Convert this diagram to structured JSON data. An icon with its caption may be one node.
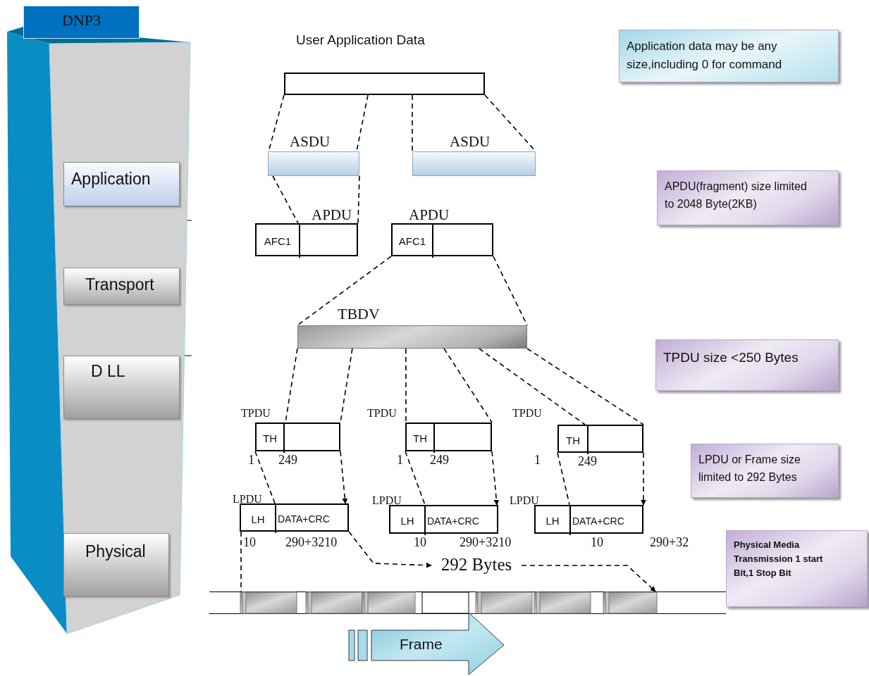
{
  "diagram": {
    "nodes": [
      {
        "text": [
          "DNP3"
        ]
      },
      {
        "text": [
          "Application"
        ],
        "in": 0
      },
      {
        "text": [
          "Transport"
        ],
        "in": 0
      },
      {
        "text": [
          "D LL"
        ],
        "in": 0
      },
      {
        "text": [
          "Physical"
        ],
        "in": 0
      },
      {
        "text": [
          "User Application Data"
        ]
      },
      {
        "text": [
          "ASDU"
        ]
      },
      {
        "text": [
          "ASDU"
        ]
      },
      {
        "text": [
          "APDU"
        ]
      },
      {
        "text": [
          "AFC1"
        ],
        "in": 8
      },
      {
        "text": [
          "APDU"
        ]
      },
      {
        "text": [
          "AFC1"
        ],
        "in": 10
      },
      {
        "text": [
          "TBDV"
        ]
      },
      {
        "text": [
          "TPDU"
        ],
        "beside": [
          "1",
          "249"
        ]
      },
      {
        "text": [
          "TH"
        ],
        "in": 13
      },
      {
        "text": [
          "TPDU"
        ],
        "beside": [
          "1",
          "249"
        ]
      },
      {
        "text": [
          "TH"
        ],
        "in": 15
      },
      {
        "text": [
          "TPDU"
        ],
        "beside": [
          "1",
          "249"
        ]
      },
      {
        "text": [
          "TH"
        ],
        "in": 17
      },
      {
        "text": [
          "LPDU"
        ],
        "beside": [
          "10",
          "290+3210"
        ]
      },
      {
        "text": [
          "LH"
        ],
        "in": 19
      },
      {
        "text": [
          "DATA+CRC"
        ],
        "in": 19
      },
      {
        "text": [
          "LPDU"
        ],
        "beside": [
          "10",
          "290+3210"
        ]
      },
      {
        "text": [
          "LH"
        ],
        "in": 22
      },
      {
        "text": [
          "DATA+CRC"
        ],
        "in": 22
      },
      {
        "text": [
          "LPDU"
        ],
        "beside": [
          "10",
          "290+32"
        ]
      },
      {
        "text": [
          "LH"
        ],
        "in": 25
      },
      {
        "text": [
          "DATA+CRC"
        ],
        "in": 25
      },
      {
        "text": [
          "292 Bytes"
        ]
      },
      {
        "text": [],
        "shape": "bar"
      },
      {
        "text": [
          "Frame"
        ]
      },
      {
        "text": [
          "Application data may be any size,including 0 for command"
        ]
      },
      {
        "text": [
          "APDU(fragment) size limited to 2048 Byte(2KB)"
        ]
      },
      {
        "text": [
          "TPDU size <250 Bytes"
        ]
      },
      {
        "text": [
          "LPDU or Frame size limited to 292 Bytes"
        ]
      },
      {
        "text": [
          "Physical Media Transmission 1 start Bit,1 Stop Bit"
        ]
      }
    ],
    "edges": [
      {
        "from": 5,
        "to": 6,
        "arrow": "none",
        "style": "dashed"
      },
      {
        "from": 5,
        "to": 6,
        "arrow": "none",
        "style": "dashed"
      },
      {
        "from": 5,
        "to": 7,
        "arrow": "none",
        "style": "dashed"
      },
      {
        "from": 5,
        "to": 7,
        "arrow": "none",
        "style": "dashed"
      },
      {
        "from": 6,
        "to": 8,
        "arrow": "none",
        "style": "dashed"
      },
      {
        "from": 6,
        "to": 8,
        "arrow": "none",
        "style": "dashed"
      },
      {
        "from": 10,
        "to": 12,
        "arrow": "none",
        "style": "dashed"
      },
      {
        "from": 10,
        "to": 12,
        "arrow": "none",
        "style": "dashed"
      },
      {
        "from": 12,
        "to": 13,
        "arrow": "none",
        "style": "dashed"
      },
      {
        "from": 12,
        "to": 13,
        "arrow": "none",
        "style": "dashed"
      },
      {
        "from": 12,
        "to": 15,
        "arrow": "none",
        "style": "dashed"
      },
      {
        "from": 12,
        "to": 15,
        "arrow": "none",
        "style": "dashed"
      },
      {
        "from": 12,
        "to": 17,
        "arrow": "none",
        "style": "dashed"
      },
      {
        "from": 12,
        "to": 17,
        "arrow": "none",
        "style": "dashed"
      },
      {
        "from": 13,
        "to": 19,
        "arrow": "none",
        "style": "dashed"
      },
      {
        "from": 13,
        "to": 19,
        "arrow": "to",
        "style": "dashed"
      },
      {
        "from": 15,
        "to": 22,
        "arrow": "none",
        "style": "dashed"
      },
      {
        "from": 15,
        "to": 22,
        "arrow": "to",
        "style": "dashed"
      },
      {
        "from": 17,
        "to": 25,
        "arrow": "none",
        "style": "dashed"
      },
      {
        "from": 17,
        "to": 25,
        "arrow": "to",
        "style": "dashed"
      },
      {
        "from": 19,
        "to": 29,
        "arrow": "none",
        "style": "dashed"
      },
      {
        "from": 19,
        "to": 28,
        "arrow": "to",
        "style": "dashed"
      },
      {
        "from": 28,
        "to": 29,
        "arrow": "to",
        "style": "dashed"
      }
    ]
  }
}
